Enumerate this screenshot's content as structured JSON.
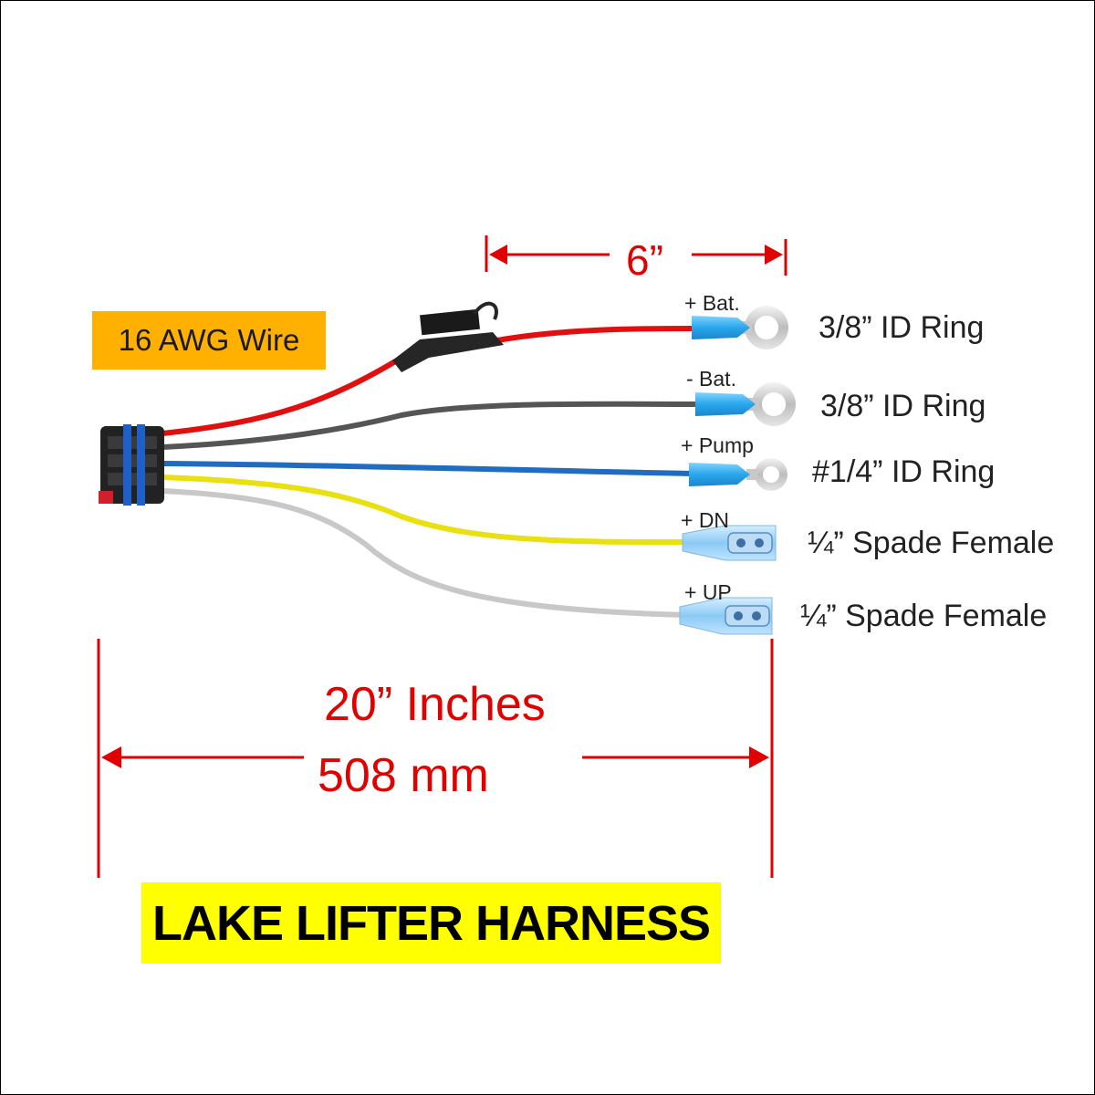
{
  "wire_gauge_label": "16 AWG Wire",
  "title": "LAKE LIFTER HARNESS",
  "short_dimension": "6”",
  "overall_length_in": "20”  Inches",
  "overall_length_mm": "508  mm",
  "wires": [
    {
      "label": "+ Bat.",
      "terminal": "3/8” ID Ring",
      "color": "#e01010"
    },
    {
      "label": "- Bat.",
      "terminal": "3/8” ID Ring",
      "color": "#555555"
    },
    {
      "label": "+ Pump",
      "terminal": "#1/4” ID Ring",
      "color": "#1f6cc0"
    },
    {
      "label": "+ DN",
      "terminal": "¼” Spade Female",
      "color": "#e8e010"
    },
    {
      "label": "+ UP",
      "terminal": "¼” Spade Female",
      "color": "#c8c8c8"
    }
  ],
  "colors": {
    "dimension": "#e00000",
    "badge": "#ffb000",
    "banner": "#ffff00",
    "connector": "#222222",
    "seal": "#1f5fc8",
    "insulator": "#3ab0ee"
  }
}
